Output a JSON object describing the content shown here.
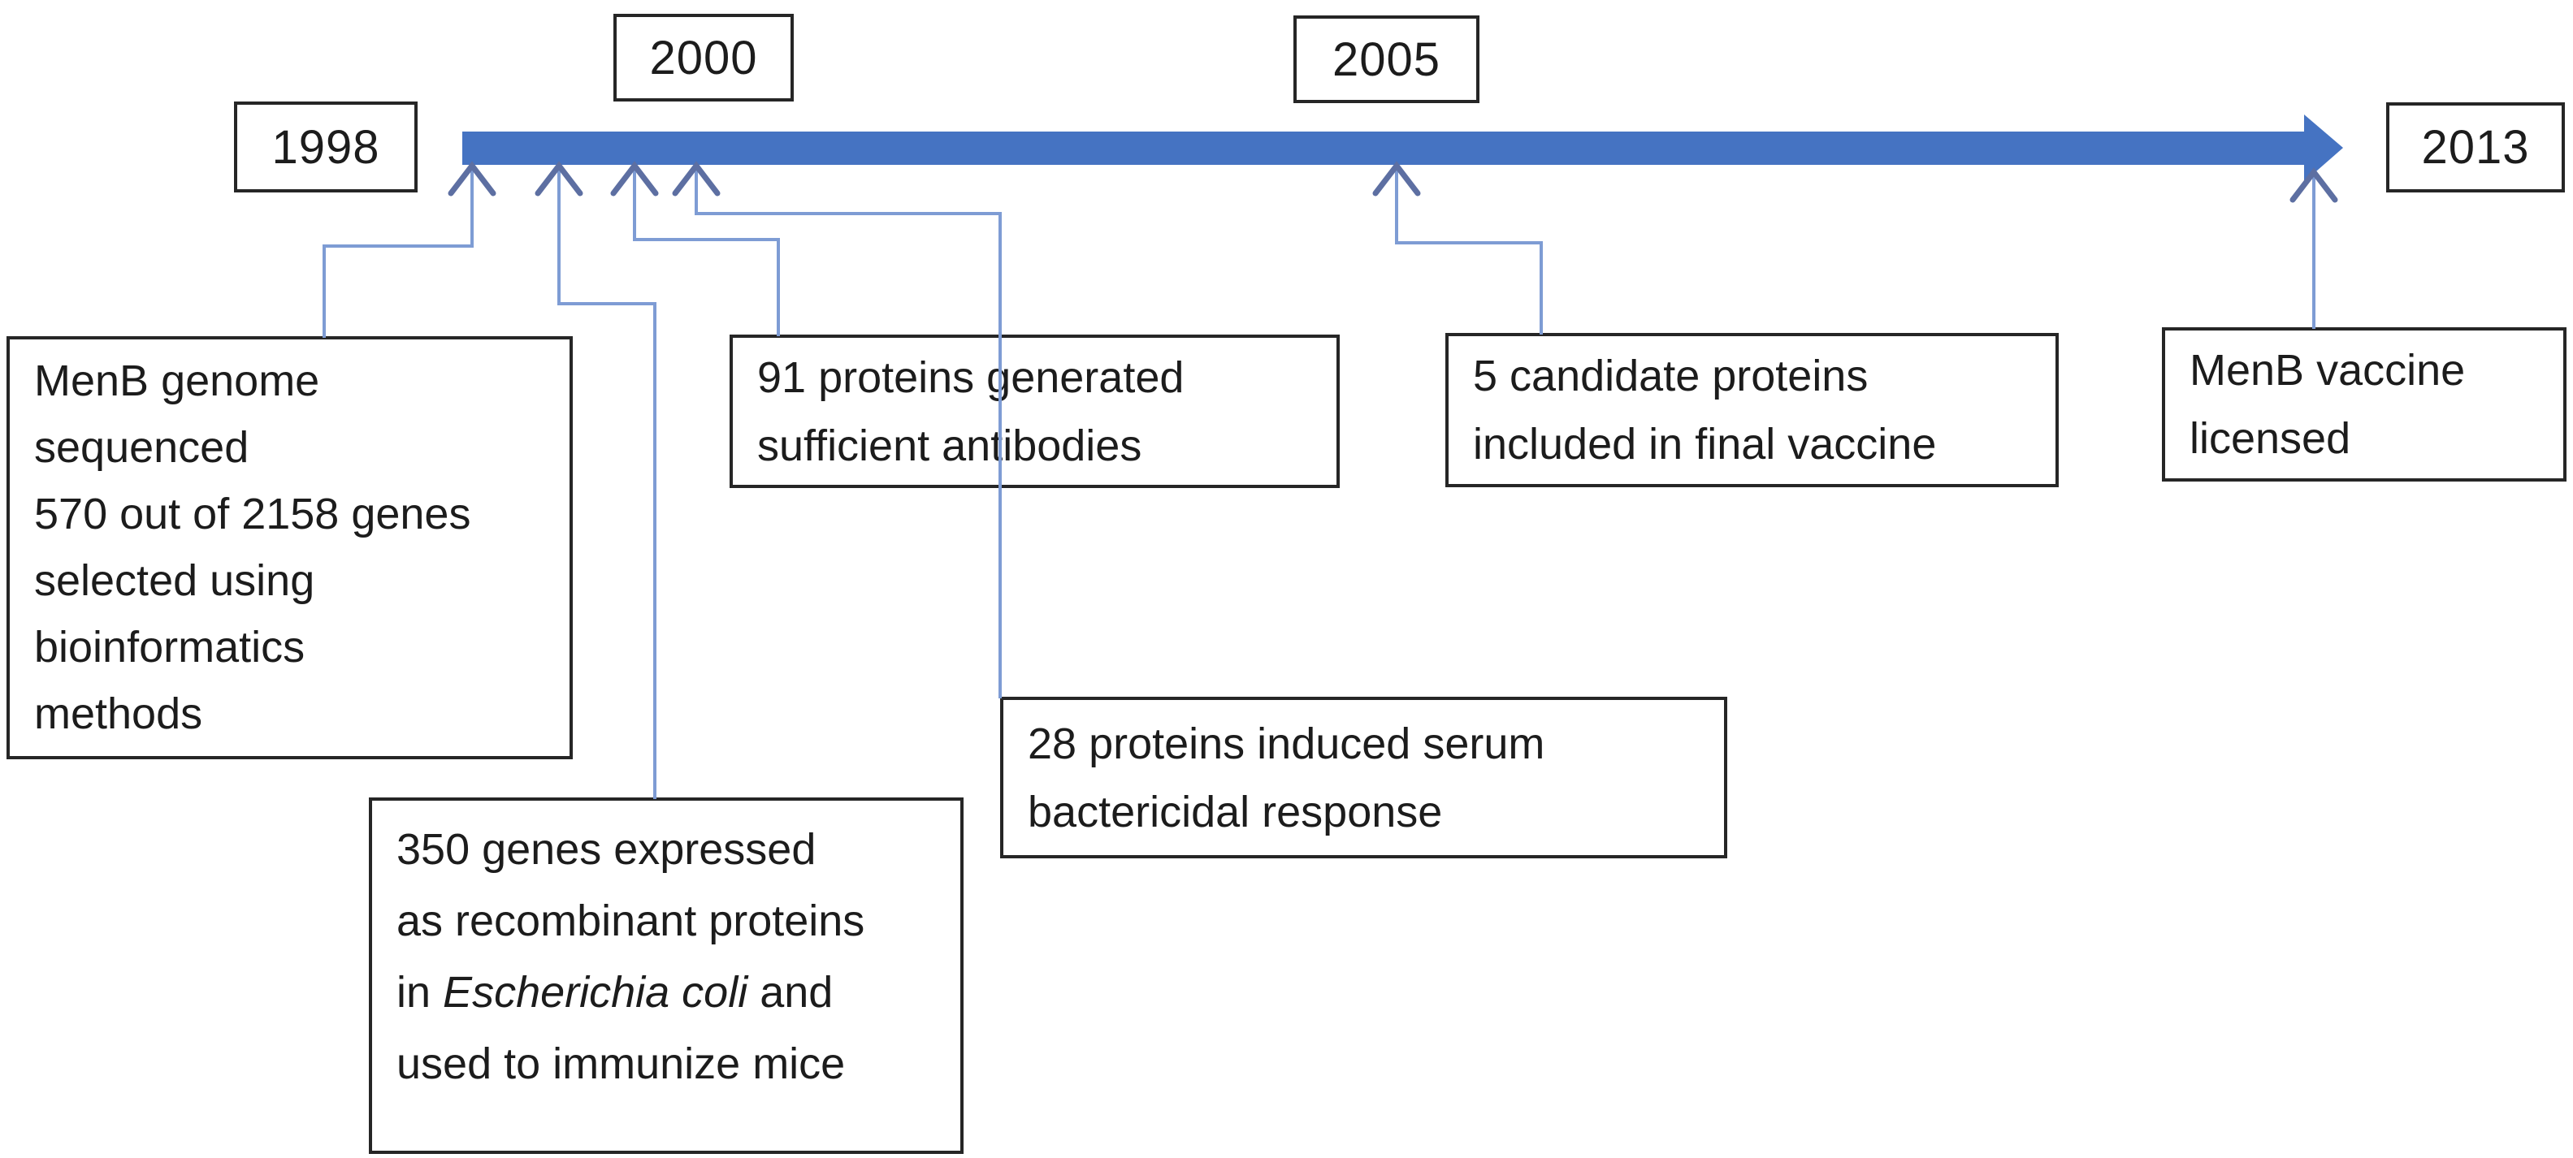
{
  "figure": {
    "title_implied": "MenB vaccine development timeline",
    "colors": {
      "bar": "#4573c2",
      "bar_edge": "#8ea9d8",
      "connector": "#7e9cd4",
      "arrowhead": "#5d6fa2",
      "box_border": "#262626",
      "text": "#1c1c1c",
      "background": "#ffffff"
    },
    "years": [
      {
        "label": "1998"
      },
      {
        "label": "2000"
      },
      {
        "label": "2005"
      },
      {
        "label": "2013"
      }
    ],
    "events": [
      {
        "name": "menb-genome-sequenced",
        "lines": [
          "MenB genome",
          "sequenced",
          "570 out of 2158 genes",
          "selected using",
          "bioinformatics",
          "methods"
        ]
      },
      {
        "name": "genes-expressed-recombinant",
        "lines": [
          "350 genes expressed",
          "as recombinant proteins",
          "used to immunize mice"
        ],
        "italic_line": {
          "pre": "in ",
          "italic": "Escherichia coli",
          "post": " and"
        }
      },
      {
        "name": "proteins-generated-antibodies",
        "lines": [
          "91 proteins generated",
          "sufficient antibodies"
        ]
      },
      {
        "name": "proteins-bactericidal-response",
        "lines": [
          "28 proteins induced serum",
          "bactericidal response"
        ]
      },
      {
        "name": "candidate-proteins-final-vaccine",
        "lines": [
          "5 candidate proteins",
          "included in final vaccine"
        ]
      },
      {
        "name": "menb-vaccine-licensed",
        "lines": [
          "MenB vaccine",
          "licensed"
        ]
      }
    ]
  }
}
